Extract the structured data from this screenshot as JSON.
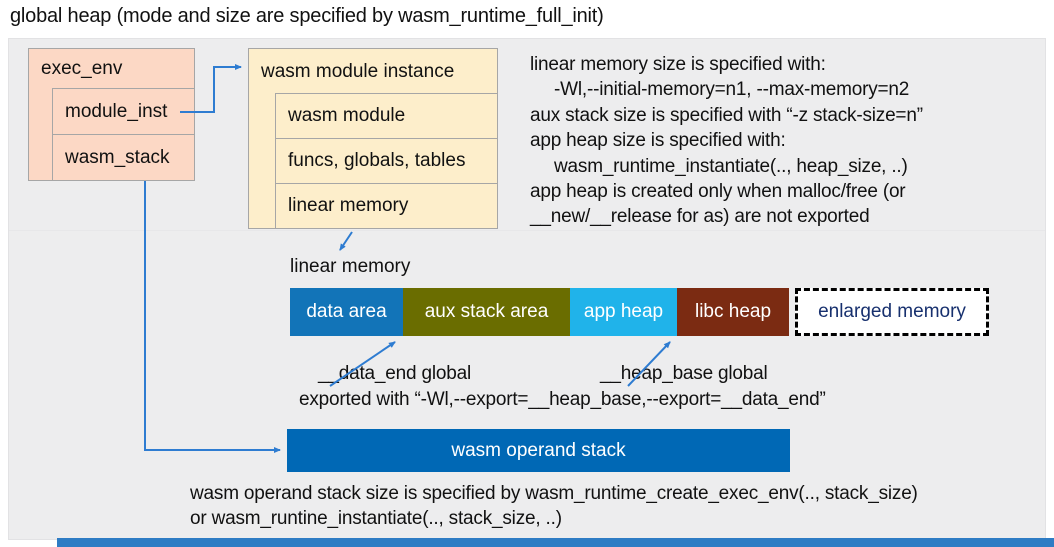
{
  "title": "global heap (mode and size are specified by wasm_runtime_full_init)",
  "exec_env": {
    "title": "exec_env",
    "rows": [
      "module_inst",
      "wasm_stack"
    ],
    "fill": "#fcd8c5"
  },
  "module_instance": {
    "title": "wasm module instance",
    "rows": [
      "wasm module",
      "funcs, globals, tables",
      "linear memory"
    ],
    "fill": "#fdeecb"
  },
  "notes_right": {
    "lines": [
      "linear memory size is specified with:",
      "-Wl,--initial-memory=n1, --max-memory=n2",
      "aux stack size is specified with “-z stack-size=n”",
      "app heap size is specified with:",
      "wasm_runtime_instantiate(.., heap_size, ..)",
      "app heap is created only when malloc/free (or",
      "__new/__release for as) are not exported"
    ]
  },
  "linear_memory": {
    "label": "linear memory",
    "segments": [
      {
        "label": "data area",
        "color": "#1274b8"
      },
      {
        "label": "aux stack area",
        "color": "#6a6d00"
      },
      {
        "label": "app heap",
        "color": "#20b3ea"
      },
      {
        "label": "libc heap",
        "color": "#7b2b12"
      }
    ],
    "enlarged_label": "enlarged memory",
    "enlarged_text_color": "#17306e"
  },
  "annotations": {
    "data_end": "__data_end global",
    "heap_base": "__heap_base global",
    "exported": "exported with “-Wl,--export=__heap_base,--export=__data_end”"
  },
  "operand_stack": {
    "label": "wasm operand stack",
    "color": "#0068b5"
  },
  "notes_bottom": {
    "lines": [
      "wasm operand stack size is specified by wasm_runtime_create_exec_env(.., stack_size)",
      "or wasm_runtine_instantiate(.., stack_size, ..)"
    ]
  },
  "colors": {
    "panel_bg": "#ededee",
    "box_border": "#a6a6a6",
    "arrow": "#2e7cd1",
    "bottom_bar": "#2e7cc4"
  }
}
